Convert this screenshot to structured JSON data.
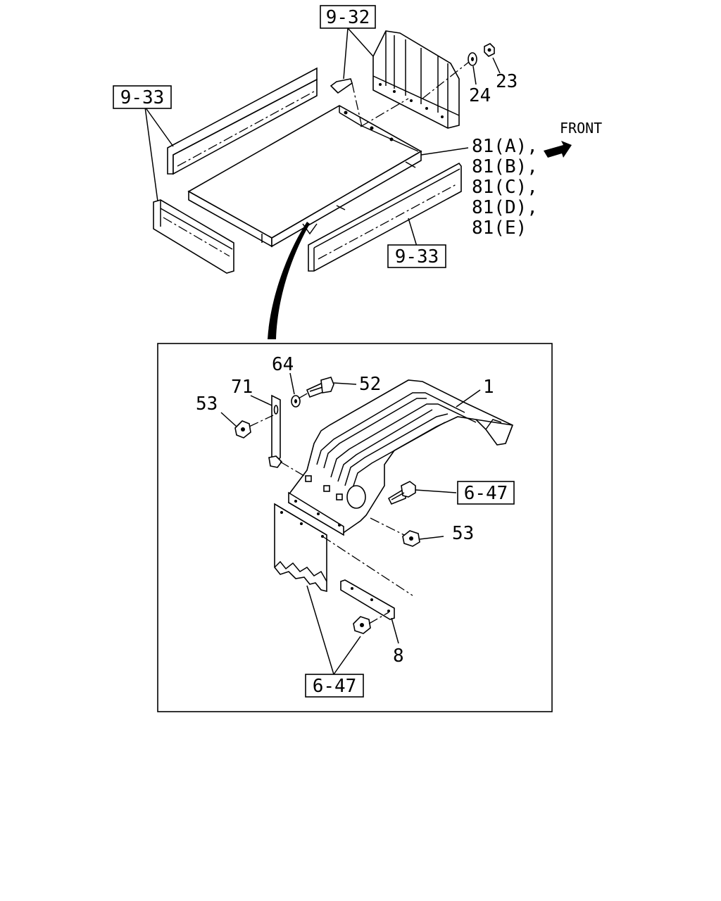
{
  "refs": {
    "r932": "9-32",
    "r933_top": "9-33",
    "r933_bottom": "9-33",
    "r647_right": "6-47",
    "r647_bottom": "6-47"
  },
  "callouts": {
    "c23": "23",
    "c24": "24",
    "c81a": "81(A),",
    "c81b": "81(B),",
    "c81c": "81(C),",
    "c81d": "81(D),",
    "c81e": "81(E)",
    "c64": "64",
    "c71": "71",
    "c52": "52",
    "c53a": "53",
    "c53b": "53",
    "c1": "1",
    "c8": "8"
  },
  "front_label": "FRONT",
  "icons": {
    "front_arrow": "front-arrow-icon"
  }
}
